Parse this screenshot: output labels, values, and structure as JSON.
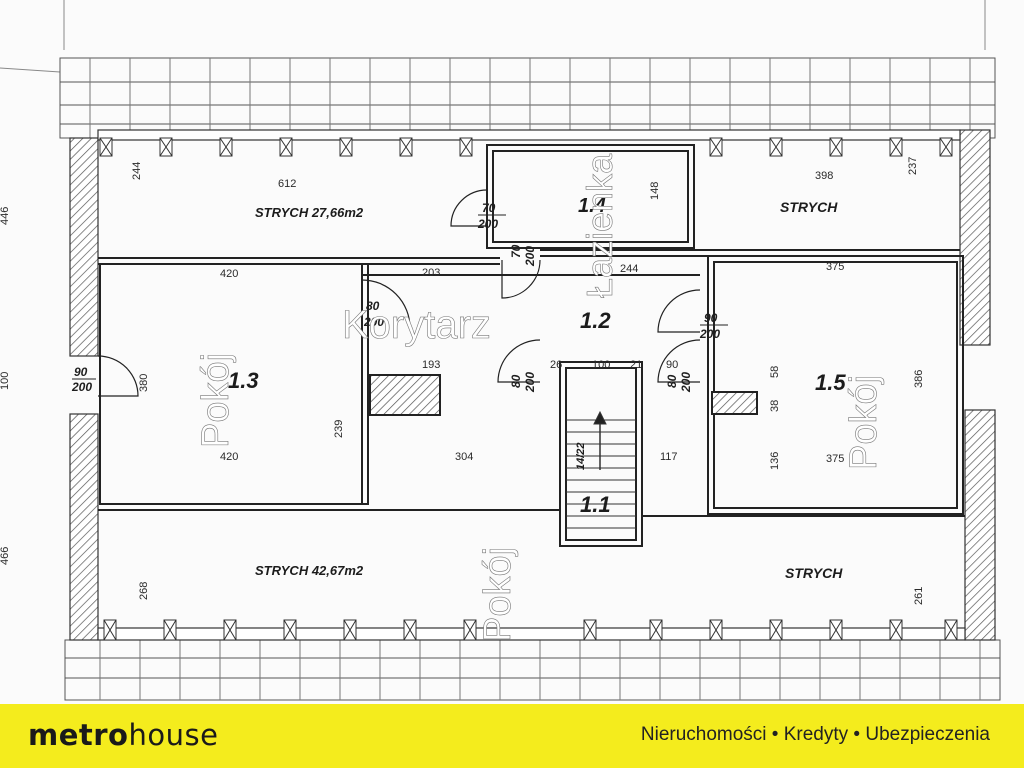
{
  "overlay_labels": {
    "korytarz": "Korytarz",
    "lazienka": "Łazienka",
    "pokoj_left": "Pokój",
    "pokoj_right": "Pokój",
    "pokoj_bottom": "Pokój"
  },
  "plan_labels": {
    "strych_top_left": "STRYCH  27,66m2",
    "strych_top_right": "STRYCH",
    "strych_bottom_left": "STRYCH   42,67m2",
    "strych_bottom_right": "STRYCH",
    "room_1_1": "1.1",
    "room_1_2": "1.2",
    "room_1_3": "1.3",
    "room_1_4": "1.4",
    "room_1_5": "1.5",
    "stairs": "14/22"
  },
  "dimensions": {
    "d612": "612",
    "d398": "398",
    "d420a": "420",
    "d203": "203",
    "d244": "244",
    "d375a": "375",
    "d193": "193",
    "d26": "26",
    "d100a": "100",
    "d21": "21",
    "d90a": "90",
    "d420b": "420",
    "d304": "304",
    "d117": "117",
    "d375b": "375",
    "d380": "380",
    "d239": "239",
    "d386": "386",
    "d268": "268",
    "d261": "261",
    "d244v": "244",
    "d148": "148",
    "d237": "237",
    "d446": "446",
    "d466": "466",
    "d100v": "100",
    "d136": "136",
    "d38": "38",
    "d58": "58"
  },
  "doors": {
    "door_left_w": "90",
    "door_left_h": "200",
    "door_top_w": "70",
    "door_top_h": "200",
    "door_bath_w": "70",
    "door_bath_h": "200",
    "door_right_w": "90",
    "door_right_h": "200",
    "door_stair_l_w": "80",
    "door_stair_l_h": "200",
    "door_stair_r_w": "80",
    "door_stair_r_h": "200",
    "door_k_w": "80",
    "door_k_h": "200"
  },
  "footer": {
    "brand_bold": "metro",
    "brand_light": "house",
    "tagline": "Nieruchomości • Kredyty • Ubezpieczenia"
  },
  "colors": {
    "footer_bg": "#f4ec1d",
    "overlay_text": "#ffffff",
    "line": "#2b2b2b"
  }
}
